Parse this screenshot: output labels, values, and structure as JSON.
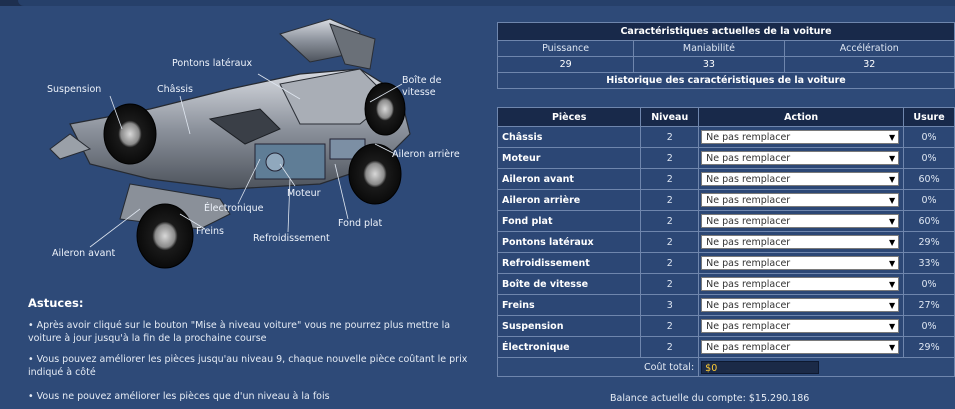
{
  "diagram_labels": {
    "pontons": "Pontons latéraux",
    "boite": "Boîte de\nvitesse",
    "suspension": "Suspension",
    "chassis": "Châssis",
    "aileron_arriere": "Aileron arrière",
    "moteur": "Moteur",
    "electronique": "Électronique",
    "fond_plat": "Fond plat",
    "freins": "Freins",
    "refroidissement": "Refroidissement",
    "aileron_avant": "Aileron avant"
  },
  "tips": {
    "title": "Astuces:",
    "items": [
      "• Après avoir cliqué sur le bouton \"Mise à niveau voiture\" vous ne pourrez plus mettre la voiture à jour jusqu'à la fin de la prochaine course",
      "• Vous pouvez améliorer les pièces jusqu'au niveau 9, chaque nouvelle pièce coûtant le prix indiqué à côté",
      "• Vous ne pouvez améliorer les pièces que d'un niveau à la fois"
    ]
  },
  "stats": {
    "title": "Caractéristiques actuelles de la voiture",
    "columns": [
      "Puissance",
      "Maniabilité",
      "Accélération"
    ],
    "values": [
      "29",
      "33",
      "32"
    ],
    "history_label": "Historique des caractéristiques de la voiture"
  },
  "parts": {
    "headers": {
      "piece": "Pièces",
      "niveau": "Niveau",
      "action": "Action",
      "usure": "Usure"
    },
    "rows": [
      {
        "name": "Châssis",
        "level": "2",
        "action": "Ne pas remplacer",
        "wear": "0%"
      },
      {
        "name": "Moteur",
        "level": "2",
        "action": "Ne pas remplacer",
        "wear": "0%"
      },
      {
        "name": "Aileron avant",
        "level": "2",
        "action": "Ne pas remplacer",
        "wear": "60%"
      },
      {
        "name": "Aileron arrière",
        "level": "2",
        "action": "Ne pas remplacer",
        "wear": "0%"
      },
      {
        "name": "Fond plat",
        "level": "2",
        "action": "Ne pas remplacer",
        "wear": "60%"
      },
      {
        "name": "Pontons latéraux",
        "level": "2",
        "action": "Ne pas remplacer",
        "wear": "29%"
      },
      {
        "name": "Refroidissement",
        "level": "2",
        "action": "Ne pas remplacer",
        "wear": "33%"
      },
      {
        "name": "Boîte de vitesse",
        "level": "2",
        "action": "Ne pas remplacer",
        "wear": "0%"
      },
      {
        "name": "Freins",
        "level": "3",
        "action": "Ne pas remplacer",
        "wear": "27%"
      },
      {
        "name": "Suspension",
        "level": "2",
        "action": "Ne pas remplacer",
        "wear": "0%"
      },
      {
        "name": "Électronique",
        "level": "2",
        "action": "Ne pas remplacer",
        "wear": "29%"
      }
    ],
    "total_label": "Coût total:",
    "total_value": "$0"
  },
  "balance": "Balance actuelle du compte: $15.290.186",
  "colors": {
    "background": "#2e4a78",
    "header": "#18294a",
    "cost": "#ffcc33"
  }
}
